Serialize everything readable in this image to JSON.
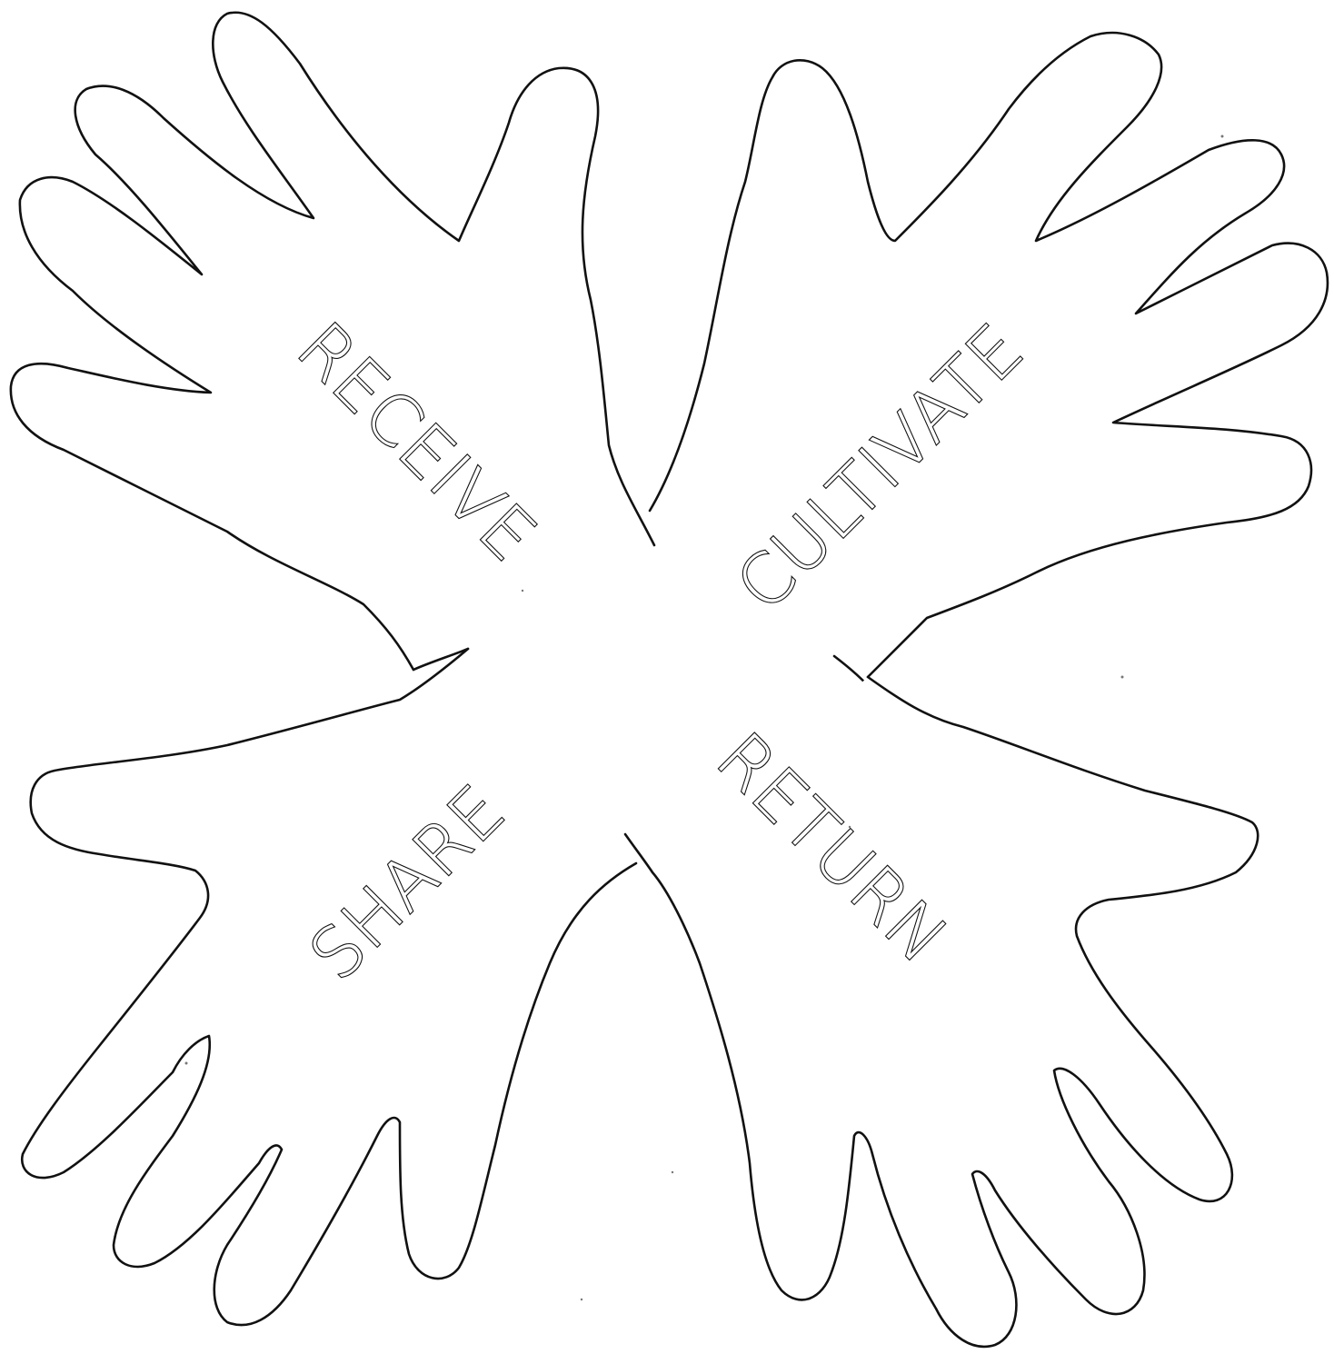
{
  "words": {
    "top_left": "RECEIVE",
    "top_right": "CULTIVATE",
    "bottom_left": "SHARE",
    "bottom_right": "RETURN"
  },
  "colors": {
    "background": "#ffffff",
    "ink": "#111111"
  }
}
